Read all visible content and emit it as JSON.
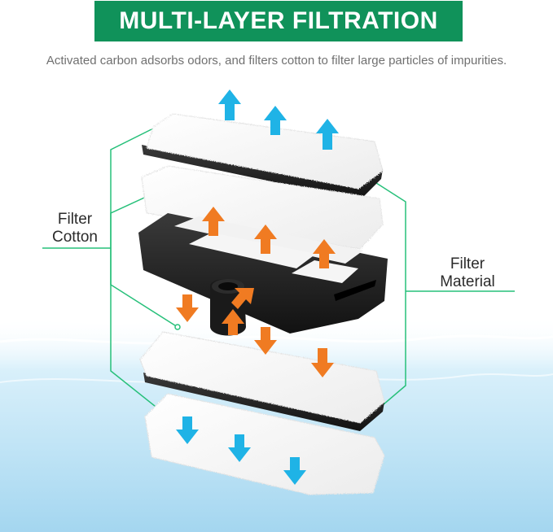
{
  "title": "MULTI-LAYER FILTRATION",
  "subtitle": "Activated carbon adsorbs odors, and filters cotton to filter large particles of impurities.",
  "labels": {
    "filter_cotton_line1": "Filter",
    "filter_cotton_line2": "Cotton",
    "filter_material_line1": "Filter",
    "filter_material_line2": "Material"
  },
  "colors": {
    "brand_green": "#10925a",
    "leader_line_green": "#27c07a",
    "arrow_blue": "#1fb3e6",
    "arrow_orange": "#f07b22",
    "frame_black": "#1d1d1d",
    "water_blue": "#bfe3f5"
  },
  "icons": {
    "flow_out": "arrow-up-icon",
    "flow_in": "arrow-down-icon"
  }
}
